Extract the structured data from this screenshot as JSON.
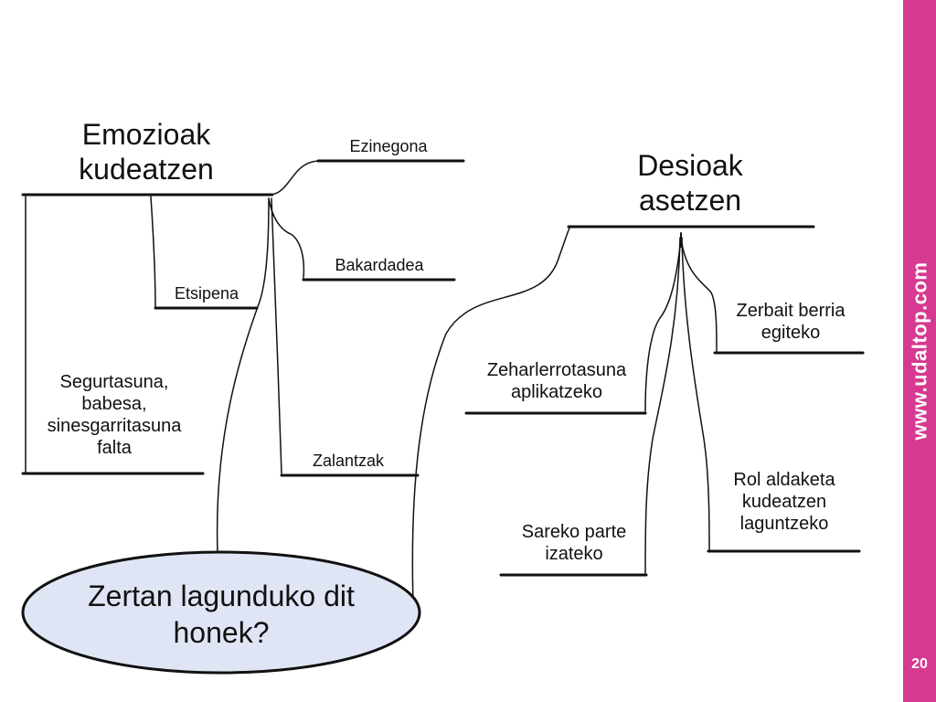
{
  "colors": {
    "sidebar": "#d6398f",
    "ellipse_fill": "#dfe5f4",
    "ink": "#111111"
  },
  "diagram": {
    "left_title": "Emozioak kudeatzen",
    "right_title": "Desioak asetzen",
    "center_question": "Zertan lagunduko dit honek?",
    "left_branches": {
      "ezinegona": "Ezinegona",
      "bakardadea": "Bakardadea",
      "etsipena": "Etsipena",
      "segurtasuna": "Segurtasuna, babesa, sinesgarritasuna falta",
      "zalantzak": "Zalantzak"
    },
    "right_branches": {
      "zerbait": "Zerbait berria egiteko",
      "zeharlerrotasuna": "Zeharlerrotasuna aplikatzeko",
      "rol": "Rol aldaketa kudeatzen laguntzeko",
      "sareko": "Sareko parte izateko"
    }
  },
  "footer": {
    "url": "www.udaltop.com",
    "page_number": "20"
  }
}
